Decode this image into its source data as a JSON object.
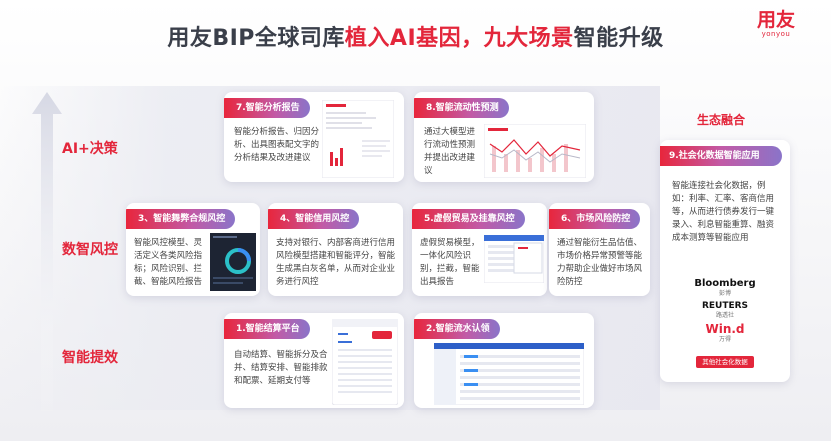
{
  "title": {
    "part1": "用友BIP全球司库",
    "part2": "植入AI基因，九大场景",
    "part3": "智能升级"
  },
  "logo": {
    "mark": "用友",
    "sub": "yonyou"
  },
  "levels": [
    "AI+决策",
    "数智风控",
    "智能提效"
  ],
  "cards": [
    {
      "title": "7.智能分析报告",
      "body": "智能分析报告、归因分析、出具图表配文字的分析结果及改进建议"
    },
    {
      "title": "8.智能流动性预测",
      "body": "通过大模型进行流动性预测并提出改进建议"
    },
    {
      "title": "3、智能舞弊合规风控",
      "body": "智能风控模型、灵活定义各类风险指标；风险识别、拦截、智能风险报告"
    },
    {
      "title": "4、智能信用风控",
      "body": "支持对银行、内部客商进行信用风险模型搭建和智能评分，智能生成黑白灰名单，从而对企业业务进行风控"
    },
    {
      "title": "5.虚假贸易及挂靠风控",
      "body": "虚假贸易模型，一体化风险识别，拦截，智能出具报告"
    },
    {
      "title": "6、市场风险防控",
      "body": "通过智能衍生品估值、市场价格异常预警等能力帮助企业做好市场风险防控"
    },
    {
      "title": "1.智能结算平台",
      "body": "自动结算、智能拆分及合并、结算安排、智能排款和配票、延期支付等"
    },
    {
      "title": "2.智能流水认领",
      "body": ""
    }
  ],
  "side": {
    "label": "生态融合",
    "title": "9.社会化数据智能应用",
    "body": "智能连接社会化数据，例如：利率、汇率、客商信用等，从而进行债券发行一键录入、利息智能重算、融资成本测算等智能应用",
    "partners": [
      {
        "name": "Bloomberg",
        "cn": "彭博"
      },
      {
        "name": "REUTERS",
        "cn": "路透社"
      },
      {
        "name": "Win.d",
        "cn": "万得"
      }
    ],
    "tag": "其他社会化数据"
  },
  "colors": {
    "accent": "#e3263b",
    "gradient_mid": "#c25aa6",
    "gradient_end": "#8a74c9"
  }
}
